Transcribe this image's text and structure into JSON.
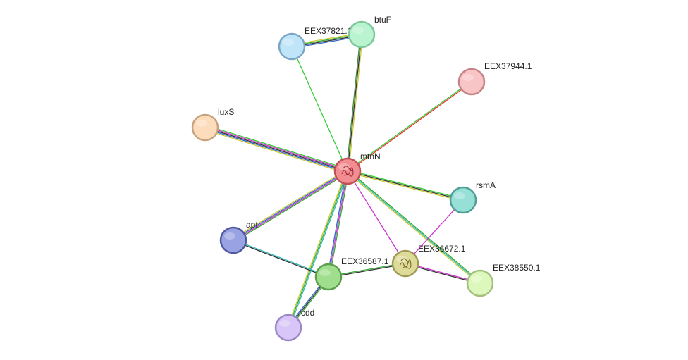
{
  "nodes": [
    {
      "id": "mtnN",
      "label": "mtnN",
      "fill": "#f28e92",
      "stroke": "#c05058",
      "query": true
    },
    {
      "id": "EEX37821.1",
      "label": "EEX37821.1",
      "fill": "#c0e4f8",
      "stroke": "#7aa6c8"
    },
    {
      "id": "btuF",
      "label": "btuF",
      "fill": "#b9f3cf",
      "stroke": "#7ec79b"
    },
    {
      "id": "EEX37944.1",
      "label": "EEX37944.1",
      "fill": "#f8c4c6",
      "stroke": "#c48386"
    },
    {
      "id": "luxS",
      "label": "luxS",
      "fill": "#fddcbc",
      "stroke": "#c7a27f"
    },
    {
      "id": "rsmA",
      "label": "rsmA",
      "fill": "#97e0d8",
      "stroke": "#4f9f97"
    },
    {
      "id": "apt",
      "label": "apt",
      "fill": "#99a2e2",
      "stroke": "#4f5a9e"
    },
    {
      "id": "EEX36672.1",
      "label": "EEX36672.1",
      "fill": "#dedb98",
      "stroke": "#9e9b57",
      "structure": true
    },
    {
      "id": "EEX36587.1",
      "label": "EEX36587.1",
      "fill": "#9ede8c",
      "stroke": "#5c9e4c"
    },
    {
      "id": "EEX38550.1",
      "label": "EEX38550.1",
      "fill": "#ddf8bc",
      "stroke": "#a3c07f"
    },
    {
      "id": "cdd",
      "label": "cdd",
      "fill": "#d7c6f7",
      "stroke": "#9a87c4"
    }
  ],
  "edges": [
    {
      "from": "mtnN",
      "to": "btuF",
      "colors": [
        "#3a8d3a",
        "#333333",
        "#cccc33"
      ]
    },
    {
      "from": "mtnN",
      "to": "EEX37821.1",
      "colors": [
        "#33cc33"
      ]
    },
    {
      "from": "mtnN",
      "to": "EEX37944.1",
      "colors": [
        "#33cc33",
        "#ee3333"
      ]
    },
    {
      "from": "mtnN",
      "to": "luxS",
      "colors": [
        "#cccc33",
        "#3366cc",
        "#333333",
        "#cc33cc",
        "#33cc33"
      ]
    },
    {
      "from": "mtnN",
      "to": "rsmA",
      "colors": [
        "#33cc33",
        "#333333",
        "#cccc33"
      ]
    },
    {
      "from": "mtnN",
      "to": "apt",
      "colors": [
        "#33aa33",
        "#cc33cc",
        "#3366cc",
        "#cccc33"
      ]
    },
    {
      "from": "mtnN",
      "to": "EEX36672.1",
      "colors": [
        "#cc33cc"
      ]
    },
    {
      "from": "mtnN",
      "to": "EEX38550.1",
      "colors": [
        "#33aa33",
        "#33bbbb",
        "#cccc33"
      ]
    },
    {
      "from": "mtnN",
      "to": "EEX36587.1",
      "colors": [
        "#33aa33",
        "#cc33cc",
        "#3366cc"
      ]
    },
    {
      "from": "mtnN",
      "to": "cdd",
      "colors": [
        "#33bbbb",
        "#33aa33",
        "#cccc33"
      ]
    },
    {
      "from": "EEX37821.1",
      "to": "btuF",
      "colors": [
        "#cccc33",
        "#33aa33",
        "#333333",
        "#3366cc"
      ]
    },
    {
      "from": "rsmA",
      "to": "EEX36672.1",
      "colors": [
        "#cc33cc"
      ]
    },
    {
      "from": "apt",
      "to": "EEX36587.1",
      "colors": [
        "#33bbbb",
        "#333333"
      ]
    },
    {
      "from": "EEX36587.1",
      "to": "EEX36672.1",
      "colors": [
        "#33aa33",
        "#333333"
      ]
    },
    {
      "from": "EEX36672.1",
      "to": "EEX38550.1",
      "colors": [
        "#cc33cc",
        "#333333"
      ]
    },
    {
      "from": "EEX36587.1",
      "to": "cdd",
      "colors": [
        "#33aa33",
        "#333333",
        "#3366cc"
      ]
    }
  ]
}
